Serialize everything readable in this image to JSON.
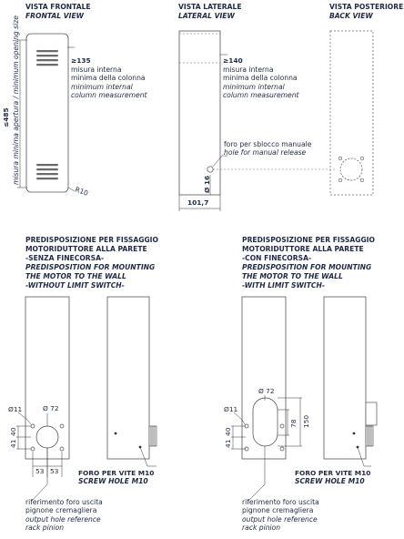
{
  "views": {
    "front": {
      "title": "VISTA FRONTALE",
      "title_en": "FRONTAL VIEW"
    },
    "lateral": {
      "title": "VISTA LATERALE",
      "title_en": "LATERAL VIEW"
    },
    "back": {
      "title": "VISTA POSTERIORE",
      "title_en": "BACK VIEW"
    }
  },
  "front_dims": {
    "width_value": "≥135",
    "width_it_1": "misura interna",
    "width_it_2": "minima della colonna",
    "width_en_1": "minimum internal",
    "width_en_2": "column measurement",
    "height_value": "≤485",
    "height_label": "misura minima apertura / minimum opening size",
    "radius": "R10"
  },
  "lateral_dims": {
    "depth_value": "≥140",
    "depth_it_1": "misura interna",
    "depth_it_2": "minima della colonna",
    "depth_en_1": "minimum internal",
    "depth_en_2": "column measurement",
    "hole_it": "foro per sblocco manuale",
    "hole_en": "hole for manual release",
    "hole_diameter": "Ø 16",
    "bottom_dim": "101,7"
  },
  "section_left": {
    "line1": "PREDISPOSIZIONE PER FISSAGGIO",
    "line2": "MOTORIDUTTORE ALLA PARETE",
    "line3": "-SENZA FINECORSA-",
    "line4": "PREDISPOSITION FOR MOUNTING",
    "line5": "THE MOTOR TO THE WALL",
    "line6": "-WITHOUT LIMIT SWITCH-",
    "dia_small": "Ø11",
    "dia_large": "Ø 72",
    "side_a": "40",
    "side_b": "41",
    "bottom_a": "53",
    "bottom_b": "53",
    "screw_it": "FORO PER VITE M10",
    "screw_en": "SCREW HOLE M10",
    "ref_it_1": "riferimento foro uscita",
    "ref_it_2": "pignone cremagliera",
    "ref_en_1": "output hole reference",
    "ref_en_2": "rack pinion"
  },
  "section_right": {
    "line1": "PREDISPOSIZIONE PER FISSAGGIO",
    "line2": "MOTORIDUTTORE ALLA PARETE",
    "line3": "-CON FINECORSA-",
    "line4": "PREDISPOSITION FOR MOUNTING",
    "line5": "THE MOTOR TO THE WALL",
    "line6": "-WITH LIMIT SWITCH-",
    "dia_small": "Ø11",
    "dia_large": "Ø 72",
    "slot_height": "78",
    "total_height": "150",
    "side_a": "40",
    "side_b": "41",
    "screw_it": "FORO PER VITE M10",
    "screw_en": "SCREW HOLE M10",
    "ref_it_1": "riferimento foro uscita",
    "ref_it_2": "pignone cremagliera",
    "ref_en_1": "output hole reference",
    "ref_en_2": "rack pinion"
  }
}
